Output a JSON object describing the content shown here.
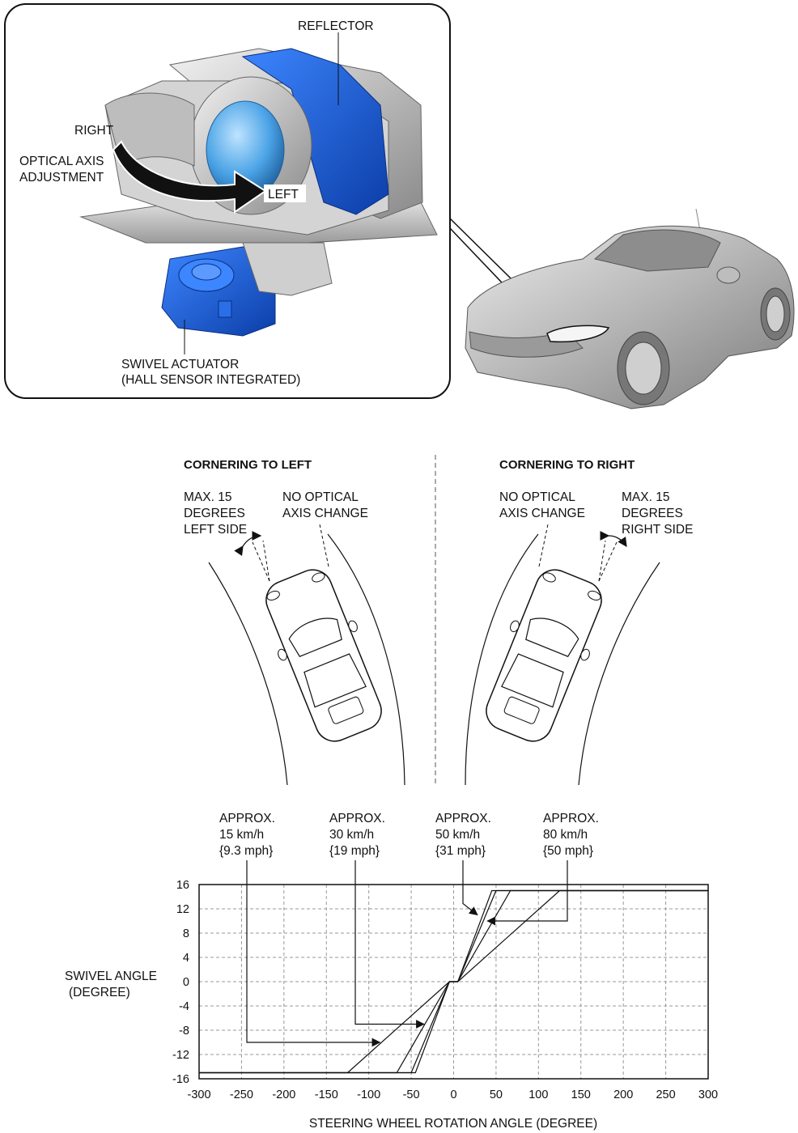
{
  "callouts": {
    "reflector": "REFLECTOR",
    "right": "RIGHT",
    "optical_axis_1": "OPTICAL AXIS",
    "optical_axis_2": "ADJUSTMENT",
    "left": "LEFT",
    "swivel_1": "SWIVEL ACTUATOR",
    "swivel_2": "(HALL SENSOR INTEGRATED)"
  },
  "cornering_left": {
    "title": "CORNERING TO LEFT",
    "max_1": "MAX. 15",
    "max_2": "DEGREES",
    "max_3": "LEFT SIDE",
    "no_change_1": "NO OPTICAL",
    "no_change_2": "AXIS CHANGE"
  },
  "cornering_right": {
    "title": "CORNERING TO RIGHT",
    "no_change_1": "NO OPTICAL",
    "no_change_2": "AXIS CHANGE",
    "max_1": "MAX. 15",
    "max_2": "DEGREES",
    "max_3": "RIGHT SIDE"
  },
  "colors": {
    "actuator_blue": "#1a5fd6",
    "housing_gray": "#c8c8c8",
    "car_gray": "#a9a9a9"
  },
  "chart_data": {
    "type": "line",
    "xlabel": "STEERING WHEEL ROTATION ANGLE (DEGREE)",
    "ylabel_1": "SWIVEL ANGLE",
    "ylabel_2": "(DEGREE)",
    "xlim": [
      -300,
      300
    ],
    "ylim": [
      -16,
      16
    ],
    "xticks": [
      "-300",
      "-250",
      "-200",
      "-150",
      "-100",
      "-50",
      "0",
      "50",
      "100",
      "150",
      "200",
      "250",
      "300"
    ],
    "yticks": [
      "16",
      "12",
      "8",
      "4",
      "0",
      "-4",
      "-8",
      "-12",
      "-16"
    ],
    "grid": true,
    "series": [
      {
        "label_1": "APPROX.",
        "label_2": "15 km/h",
        "label_3": "{9.3 mph}",
        "points": [
          [
            -300,
            -15
          ],
          [
            -125,
            -15
          ],
          [
            -5,
            0
          ],
          [
            5,
            0
          ],
          [
            125,
            15
          ],
          [
            300,
            15
          ]
        ]
      },
      {
        "label_1": "APPROX.",
        "label_2": "30 km/h",
        "label_3": "{19 mph}",
        "points": [
          [
            -300,
            -15
          ],
          [
            -67,
            -15
          ],
          [
            -5,
            0
          ],
          [
            5,
            0
          ],
          [
            67,
            15
          ],
          [
            300,
            15
          ]
        ]
      },
      {
        "label_1": "APPROX.",
        "label_2": "50 km/h",
        "label_3": "{31 mph}",
        "points": [
          [
            -300,
            -15
          ],
          [
            -50,
            -15
          ],
          [
            -5,
            0
          ],
          [
            5,
            0
          ],
          [
            50,
            15
          ],
          [
            300,
            15
          ]
        ]
      },
      {
        "label_1": "APPROX.",
        "label_2": "80 km/h",
        "label_3": "{50 mph}",
        "points": [
          [
            -300,
            -15
          ],
          [
            -45,
            -15
          ],
          [
            -5,
            0
          ],
          [
            5,
            0
          ],
          [
            45,
            15
          ],
          [
            300,
            15
          ]
        ]
      }
    ]
  }
}
